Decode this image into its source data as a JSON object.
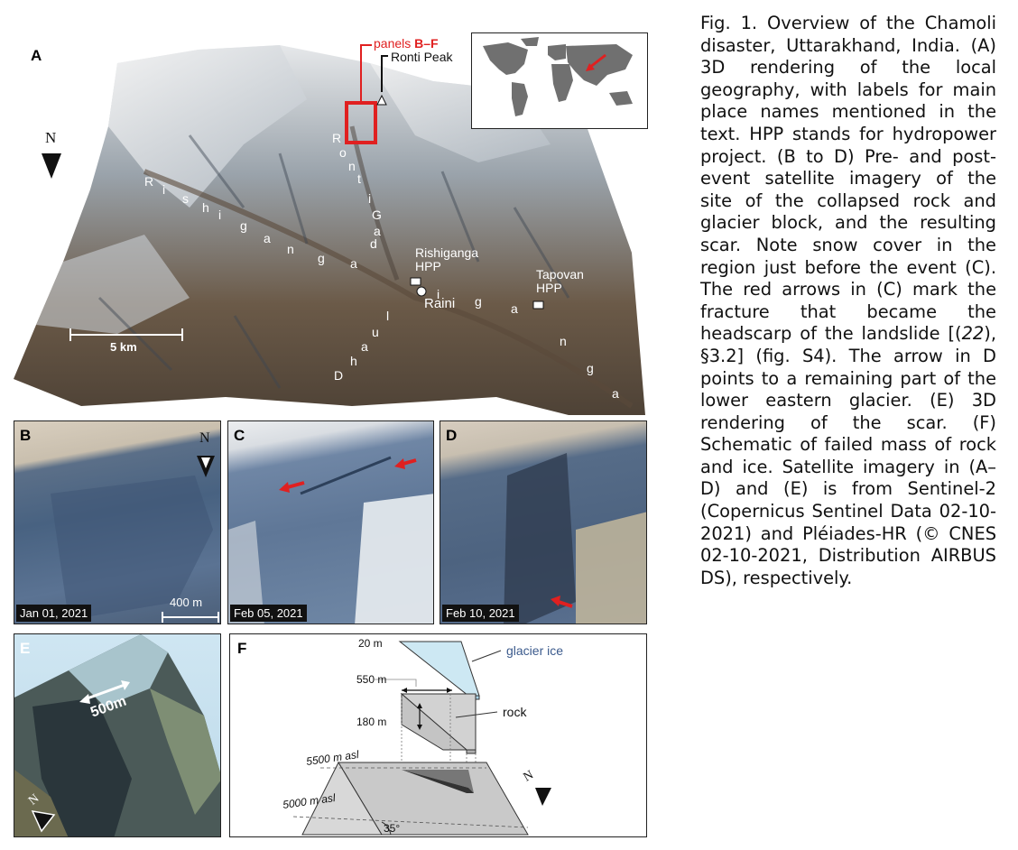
{
  "panel_a": {
    "label": "A",
    "north": "N",
    "panels_label_prefix": "panels ",
    "panels_label_bold": "B–F",
    "ronti_peak": "Ronti Peak",
    "river_ronti_gad": [
      "R",
      "o",
      "n",
      "t",
      "i",
      "G",
      "a",
      "d"
    ],
    "river_rishiganga": [
      "R",
      "i",
      "s",
      "h",
      "i",
      "g",
      "a",
      "n",
      "g",
      "a"
    ],
    "river_dhauliganga": [
      "D",
      "h",
      "a",
      "u",
      "l",
      "i",
      "g",
      "a",
      "n",
      "g",
      "a"
    ],
    "rishiganga_hpp_1": "Rishiganga",
    "rishiganga_hpp_2": "HPP",
    "tapovan_hpp_1": "Tapovan",
    "tapovan_hpp_2": "HPP",
    "raini": "Raini",
    "scale": "5 km"
  },
  "panel_b": {
    "label": "B",
    "north": "N",
    "scale": "400 m",
    "date": "Jan 01, 2021"
  },
  "panel_c": {
    "label": "C",
    "date": "Feb 05, 2021"
  },
  "panel_d": {
    "label": "D",
    "date": "Feb 10, 2021"
  },
  "panel_e": {
    "label": "E",
    "scale": "500m",
    "north": "N"
  },
  "panel_f": {
    "label": "F",
    "thickness_ice": "20 m",
    "width": "550 m",
    "thickness_rock": "180 m",
    "glacier_ice": "glacier ice",
    "rock": "rock",
    "elev_top": "5500 m asl",
    "elev_bottom": "5000 m asl",
    "angle": "35°",
    "north": "N"
  },
  "caption": {
    "title": "Fig. 1. Overview of the Chamoli disaster, Uttarakhand, India.",
    "body": " (A) 3D rendering of the local geography, with labels for main place names mentioned in the text. HPP stands for hydropower project. (B to D) Pre- and post-event satellite imagery of the site of the collapsed rock and glacier block, and the resulting scar. Note snow cover in the region just before the event (C). The red arrows in (C) mark the fracture that became the headscarp of the landslide [(",
    "ref": "22",
    "body2": "), §3.2] (fig. S4). The arrow in D points to a remaining part of the lower eastern glacier. (E) 3D rendering of the scar. (F) Schematic of failed mass of rock and ice. Satellite imagery in (A–D) and (E) is from Sentinel-2 (Copernicus Sentinel Data 02-10-2021) and Pléiades-HR (© CNES 02-10-2021, Distribution AIRBUS DS), respectively."
  },
  "colors": {
    "red": "#e02020",
    "ice_label": "#3b5a8c"
  }
}
